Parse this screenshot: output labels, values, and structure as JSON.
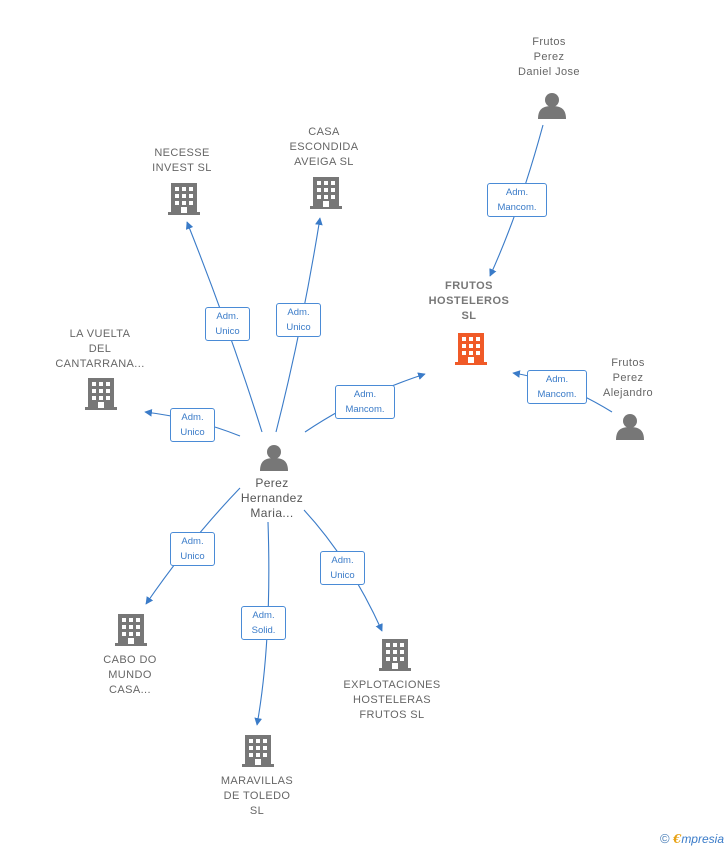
{
  "nodes": {
    "frutos_hosteleros": "FRUTOS\nHOSTELEROS\nSL",
    "frutos_daniel": "Frutos\nPerez\nDaniel Jose",
    "frutos_alejandro": "Frutos\nPerez\nAlejandro",
    "necesse": "NECESSE\nINVEST  SL",
    "casa_escondida": "CASA\nESCONDIDA\nAVEIGA  SL",
    "la_vuelta": "LA VUELTA\nDEL\nCANTARRANA...",
    "perez": "Perez\nHernandez\nMaria...",
    "cabo_do_mundo": "CABO DO\nMUNDO\nCASA...",
    "explotaciones": "EXPLOTACIONES\nHOSTELERAS\nFRUTOS  SL",
    "maravillas": "MARAVILLAS\nDE TOLEDO\nSL"
  },
  "edges": {
    "daniel_to_frutos": "Adm.\nMancom.",
    "alejandro_to_frutos": "Adm.\nMancom.",
    "perez_to_frutos": "Adm.\nMancom.",
    "perez_to_necesse": "Adm.\nUnico",
    "perez_to_casa": "Adm.\nUnico",
    "perez_to_vuelta": "Adm.\nUnico",
    "perez_to_cabo": "Adm.\nUnico",
    "perez_to_explotaciones": "Adm.\nUnico",
    "perez_to_maravillas": "Adm.\nSolid."
  },
  "colors": {
    "main_building": "#f05a28",
    "building": "#777777",
    "person": "#777777",
    "edge": "#3a7bc8"
  },
  "brand": {
    "copyright": "©",
    "e": "€",
    "rest": "mpresia"
  }
}
